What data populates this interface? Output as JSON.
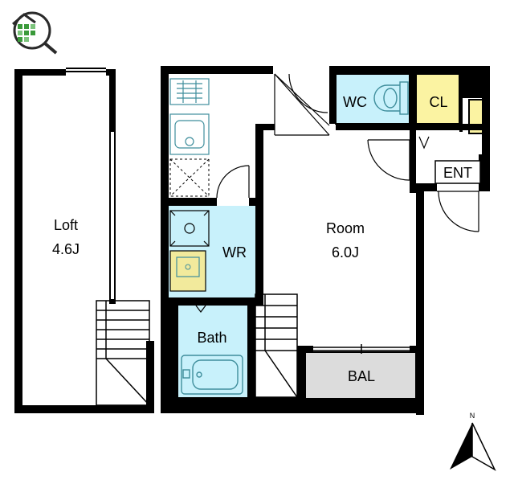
{
  "rooms": {
    "loft_name": "Loft",
    "loft_size": "4.6J",
    "room_name": "Room",
    "room_size": "6.0J",
    "wc": "WC",
    "cl": "CL",
    "ent": "ENT",
    "wr": "WR",
    "bath": "Bath",
    "bal": "BAL"
  },
  "compass": {
    "label": "N"
  },
  "colors": {
    "wall": "#000000",
    "wet_area": "#c8f1fb",
    "closet": "#fbf3a2",
    "balcony": "#dcdcdc",
    "fixture": "#3f8e9c",
    "logo_green": "#3a9a3a",
    "basin": "#f2ea9c"
  },
  "icons": [
    "logo-icon",
    "compass-icon",
    "kitchen-sink-icon",
    "stove-icon",
    "toilet-icon",
    "washbasin-icon",
    "bathtub-icon",
    "washer-pan-icon",
    "stairs-icon"
  ]
}
